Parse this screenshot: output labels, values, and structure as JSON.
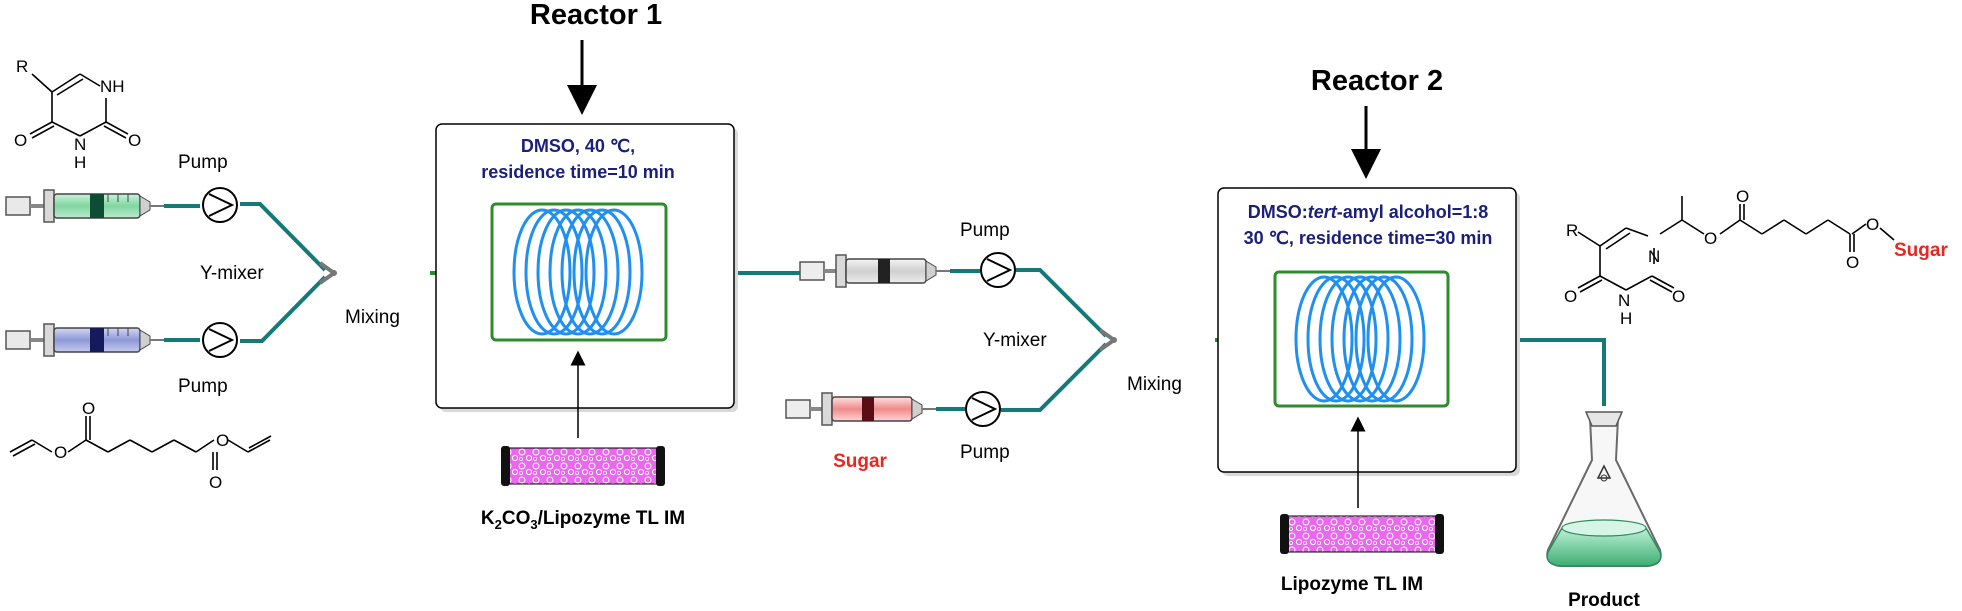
{
  "reactor1": {
    "title": "Reactor 1",
    "cond_line1": "DMSO, 40 ℃,",
    "cond_line2": "residence time=10 min",
    "packing_prefix": "K",
    "packing_sub1": "2",
    "packing_mid": "CO",
    "packing_sub2": "3",
    "packing_suffix": "/Lipozyme TL IM"
  },
  "reactor2": {
    "title": "Reactor 2",
    "cond_line1_a": "DMSO:",
    "cond_line1_b": "tert",
    "cond_line1_c": "-amyl alcohol=1:8",
    "cond_line2": "30 ℃, residence time=30 min",
    "packing": "Lipozyme TL IM"
  },
  "labels": {
    "pump": "Pump",
    "y_mixer": "Y-mixer",
    "mixing": "Mixing",
    "sugar": "Sugar",
    "product": "Product"
  },
  "chem": {
    "r": "R",
    "nh": "NH",
    "n": "N",
    "h": "H",
    "o": "O",
    "sugar": "Sugar"
  },
  "colors": {
    "tube": "#137a78",
    "reactor_border": "#2e8b2e",
    "coil": "#1f8ff0",
    "sugar_text": "#e8271f",
    "condition_text": "#1a1f7a",
    "packing": "#e055e6"
  }
}
